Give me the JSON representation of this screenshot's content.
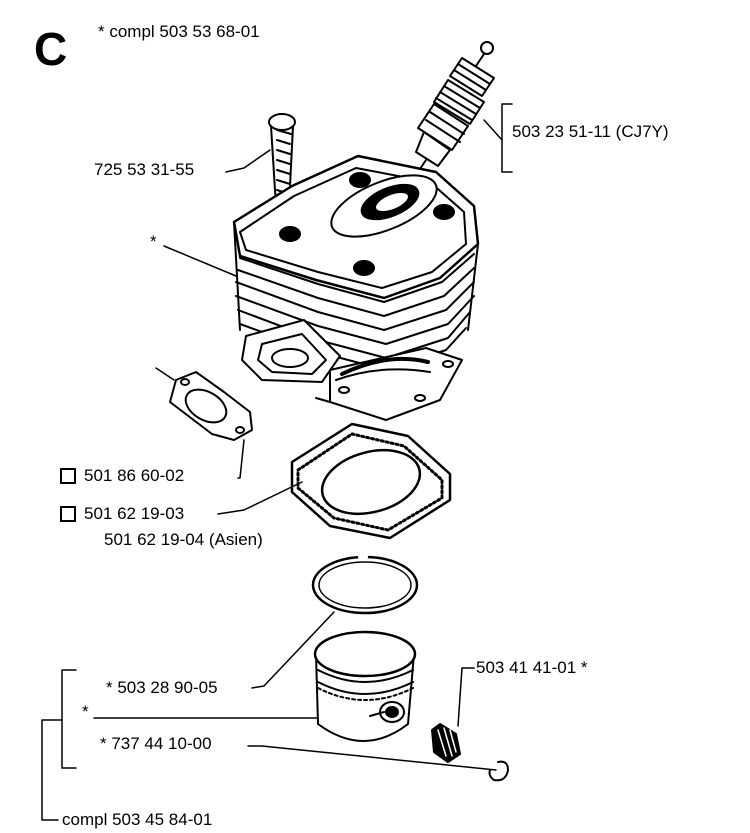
{
  "section_letter": "C",
  "labels": {
    "cylinder_kit": "*  compl 503 53 68-01",
    "screw": "725 53 31-55",
    "spark_plug": "503 23 51-11 (CJ7Y)",
    "cylinder_star": "*",
    "gasket_small": "501 86 60-02",
    "gasket_square": "501 62 19-03",
    "gasket_square_asia": "501 62 19-04 (Asien)",
    "piston_ring": "*  503 28 90-05",
    "needle_bearing": "503 41 41-01  *",
    "piston_star": "*",
    "circlip": "*  737 44 10-00",
    "piston_kit": "compl 503 45 84-01"
  },
  "icons": {
    "square_marker": "open-square-icon"
  }
}
